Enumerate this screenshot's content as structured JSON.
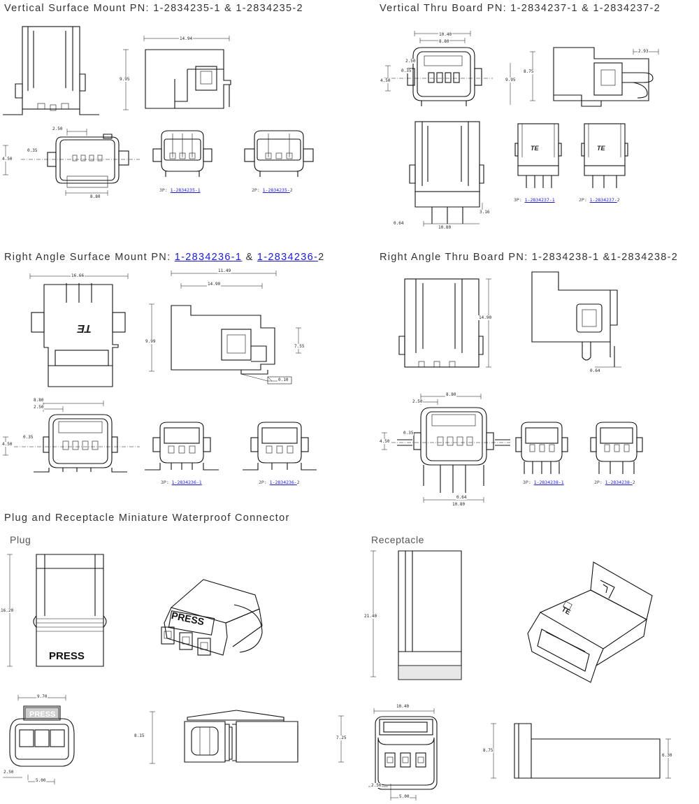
{
  "sections": {
    "vsm": {
      "title": "Vertical Surface Mount PN: 1-2834235-1 & 1-2834235-2"
    },
    "vtb": {
      "title": "Vertical Thru Board PN: 1-2834237-1 & 1-2834237-2"
    },
    "rasm": {
      "title_prefix": "Right Angle Surface Mount PN: ",
      "link1": "1-2834236-1",
      "sep": " & ",
      "link2": "1-2834236-",
      "suffix": "2"
    },
    "ratb": {
      "title": "Right Angle Thru Board PN: 1-2834238-1 &1-2834238-2"
    },
    "plugrec": {
      "title": "Plug and Receptacle Miniature Waterproof Connector",
      "plug_label": "Plug",
      "receptacle_label": "Receptacle"
    }
  },
  "captions": {
    "vsm_3p": {
      "prefix": "3P: ",
      "link": "1-2834235-1",
      "suffix": ""
    },
    "vsm_2p": {
      "prefix": "2P: ",
      "link": "1-2834235-",
      "suffix": "2"
    },
    "vtb_3p": {
      "prefix": "3P: ",
      "link": "1-2834237-1",
      "suffix": ""
    },
    "vtb_2p": {
      "prefix": "2P: ",
      "link": "1-2834237-",
      "suffix": "2"
    },
    "rasm_3p": {
      "prefix": "3P: ",
      "link": "1-2834236-1",
      "suffix": ""
    },
    "rasm_2p": {
      "prefix": "2P: ",
      "link": "1-2834236-",
      "suffix": "2"
    },
    "ratb_3p": {
      "prefix": "3P: ",
      "link": "1-2834238-1",
      "suffix": ""
    },
    "ratb_2p": {
      "prefix": "2P: ",
      "link": "1-2834238-",
      "suffix": "2"
    }
  },
  "dims": {
    "vsm": {
      "d1": "14.94",
      "d2": "9.95",
      "d3": "2.50",
      "d4": "0.35",
      "d5": "4.50",
      "d6": "8.80"
    },
    "vtb": {
      "d1": "10.40",
      "d2": "8.80",
      "d3": "2.50",
      "d4": "0.35",
      "d5": "4.50",
      "d6": "8.75",
      "d7": "9.95",
      "d8": "2.93",
      "d9": "3.16",
      "d10": "0.64",
      "d11": "10.80"
    },
    "rasm": {
      "d1": "16.66",
      "d2": "11.49",
      "d3": "14.90",
      "d4": "9.99",
      "d5": "7.55",
      "d6": "0.10",
      "d7": "8.80",
      "d8": "2.50",
      "d9": "0.35",
      "d10": "4.50"
    },
    "ratb": {
      "d1": "14.90",
      "d2": "0.64",
      "d3": "2.50",
      "d4": "8.80",
      "d5": "0.35",
      "d6": "4.50",
      "d7": "0.64",
      "d8": "10.80"
    },
    "plug": {
      "d1": "16.20",
      "d2": "9.70",
      "d3": "2.50",
      "d4": "5.00",
      "d5": "8.15",
      "d6": "7.25"
    },
    "rec": {
      "d1": "21.40",
      "d2": "10.40",
      "d3": "2.50",
      "d4": "5.00",
      "d5": "8.75",
      "d6": "6.30"
    }
  },
  "artwork": {
    "press": "PRESS",
    "logo": "TE"
  }
}
